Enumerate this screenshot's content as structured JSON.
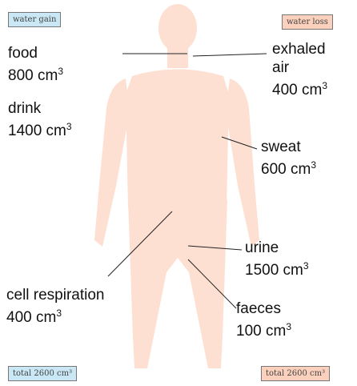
{
  "boxes": {
    "water_gain": "water gain",
    "water_loss": "water loss",
    "total_left": "total 2600 cm³",
    "total_right": "total 2600 cm³"
  },
  "labels": {
    "food_name": "food",
    "food_value": "800 cm",
    "drink_name": "drink",
    "drink_value": "1400 cm",
    "exhaled_line1": "exhaled",
    "exhaled_line2": "air",
    "exhaled_value": "400 cm",
    "sweat_name": "sweat",
    "sweat_value": "600 cm",
    "urine_name": "urine",
    "urine_value": "1500 cm",
    "cell_name": "cell respiration",
    "cell_value": "400 cm",
    "faeces_name": "faeces",
    "faeces_value": "100 cm",
    "unit_exponent": "3"
  },
  "colors": {
    "body": "#fde0d2",
    "gain_box": "#c9e7f5",
    "loss_box": "#fbd1bd"
  }
}
